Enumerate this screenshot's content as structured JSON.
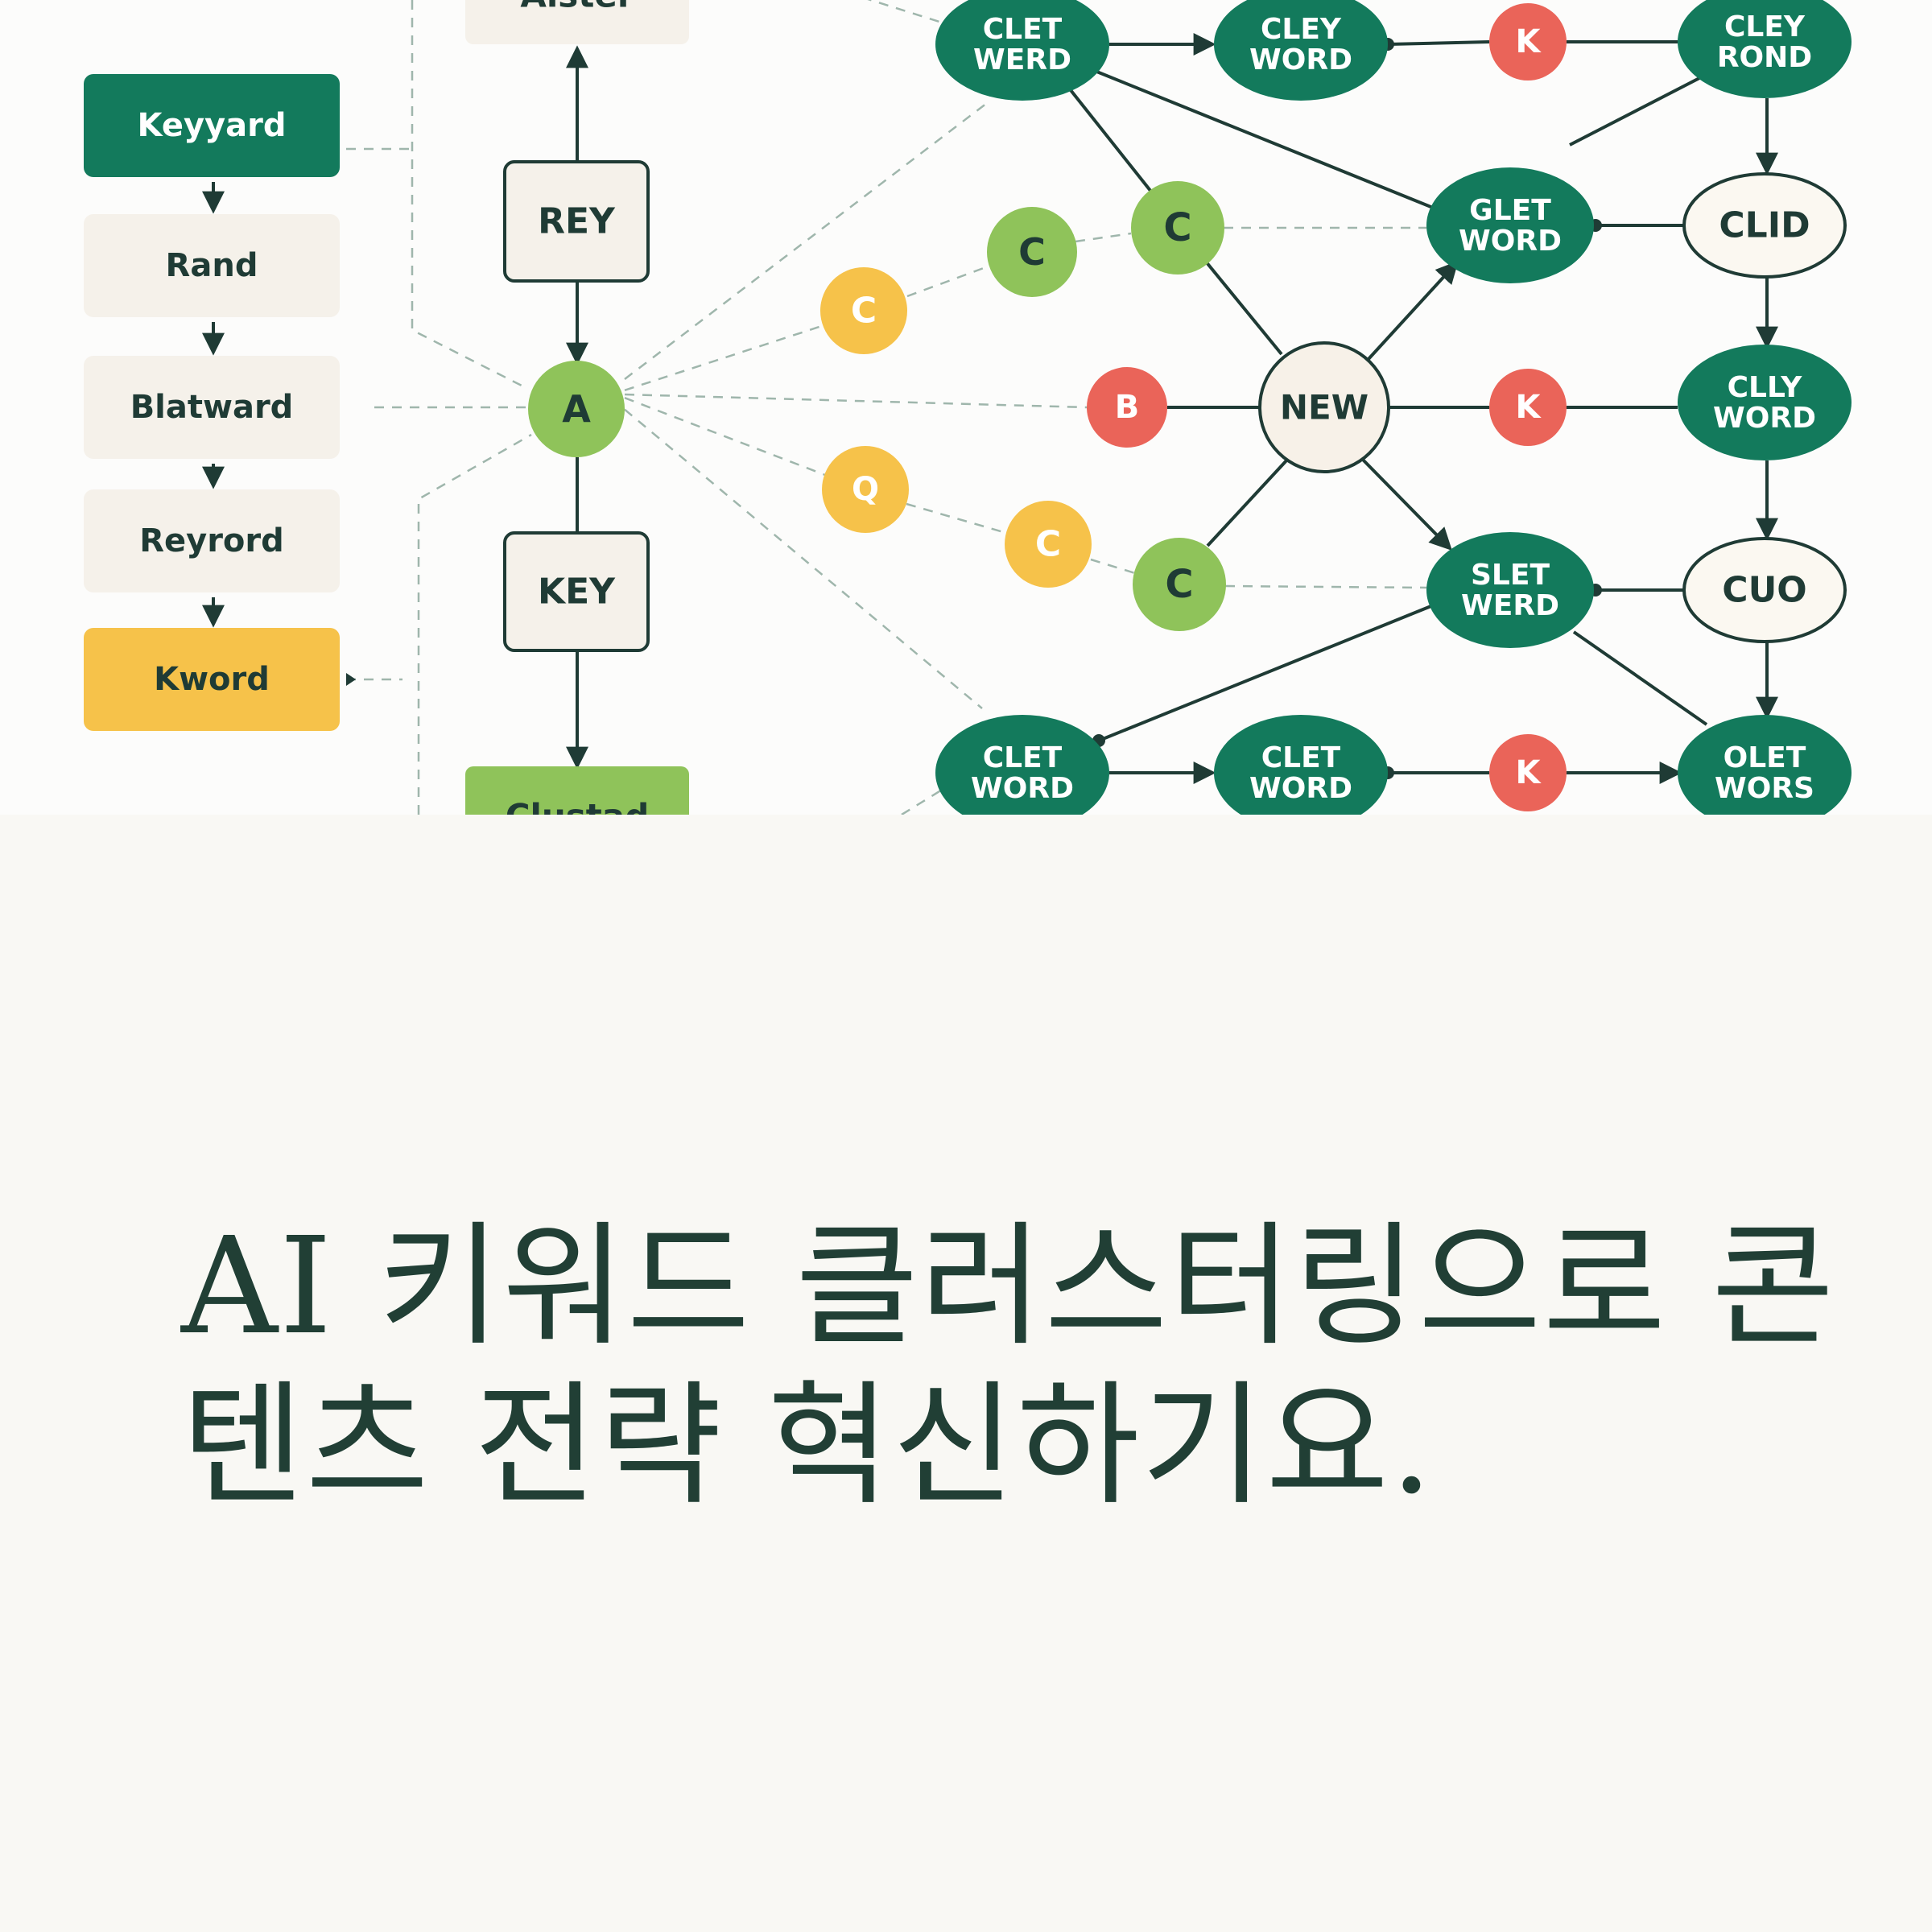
{
  "colors": {
    "dark_green": "#137a5c",
    "light_green": "#8fc35a",
    "yellow": "#f6c24a",
    "red": "#ea6459",
    "cream": "#f5f1ea",
    "outline": "#1f3b35",
    "background_bottom": "#f9f8f4"
  },
  "pipeline": {
    "steps": [
      {
        "label": "Keyyard",
        "style": "dark"
      },
      {
        "label": "Rand",
        "style": "cream"
      },
      {
        "label": "Blatward",
        "style": "cream"
      },
      {
        "label": "Reyrord",
        "style": "cream"
      },
      {
        "label": "Kword",
        "style": "yellow"
      }
    ]
  },
  "center_column": {
    "top": "Alster",
    "upper": "REY",
    "hub": "A",
    "lower": "KEY",
    "bottom": "Clustad"
  },
  "network": {
    "nodes": {
      "n_clet_werd_top": "CLET\nWERD",
      "n_cley_word": "CLEY\nWORD",
      "n_k_top": "K",
      "n_cley_rond": "CLEY\nROND",
      "n_glet_word": "GLET\nWORD",
      "n_clid": "CLID",
      "n_c_mid": "C",
      "n_c_mid2": "C",
      "n_c_yellow": "C",
      "n_b": "B",
      "n_new": "NEW",
      "n_k_mid": "K",
      "n_clly_word": "CLLY\nWORD",
      "n_q": "Q",
      "n_c_yellow2": "C",
      "n_c_low": "C",
      "n_slet_werd": "SLET\nWERD",
      "n_cuo": "CUO",
      "n_clet_word_bl": "CLET\nWORD",
      "n_clet_word_bm": "CLET\nWORD",
      "n_k_bot": "K",
      "n_olet_wors": "OLET\nWORS"
    }
  },
  "caption": {
    "line1": "AI 키워드 클러스터링으로 콘",
    "line2": "텐츠 전략 혁신하기요."
  }
}
